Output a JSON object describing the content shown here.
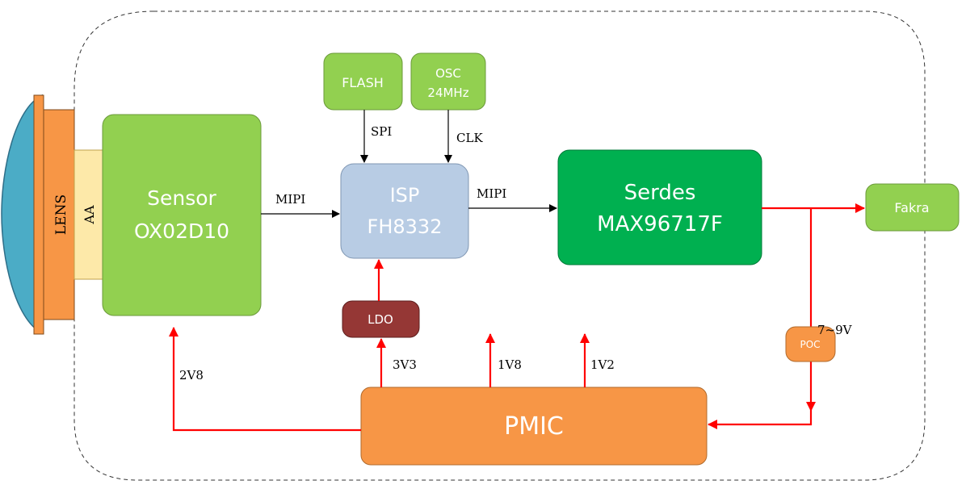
{
  "lens": {
    "label": "LENS"
  },
  "aa": {
    "label": "AA"
  },
  "sensor": {
    "title": "Sensor",
    "part": "OX02D10"
  },
  "flash": {
    "label": "FLASH"
  },
  "osc": {
    "line1": "OSC",
    "line2": "24MHz"
  },
  "isp": {
    "title": "ISP",
    "part": "FH8332"
  },
  "serdes": {
    "title": "Serdes",
    "part": "MAX96717F"
  },
  "fakra": {
    "label": "Fakra"
  },
  "ldo": {
    "label": "LDO"
  },
  "poc": {
    "label": "POC"
  },
  "pmic": {
    "label": "PMIC"
  },
  "signals": {
    "mipi_sensor_isp": "MIPI",
    "mipi_isp_serdes": "MIPI",
    "spi": "SPI",
    "clk": "CLK"
  },
  "rails": {
    "v2v8": "2V8",
    "v3v3": "3V3",
    "v1v8": "1V8",
    "v1v2": "1V2",
    "poc_voltage": "7~9V"
  },
  "colors": {
    "green_light": "#92d050",
    "green_dark": "#00b050",
    "isp_blue": "#b8cce4",
    "pmic_orange": "#f79646",
    "ldo_red": "#953735",
    "lens_blue": "#4bacc6",
    "aa_yellow": "#fde9a9",
    "power_red": "#ff0000"
  }
}
